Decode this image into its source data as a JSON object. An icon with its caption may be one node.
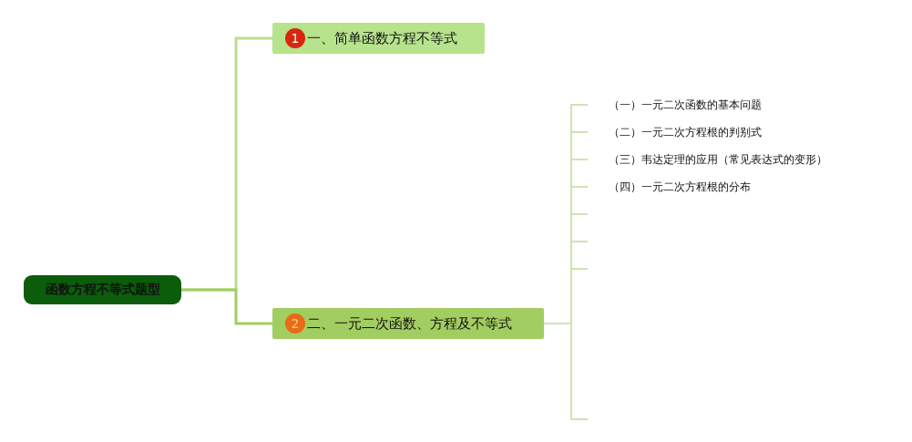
{
  "diagram": {
    "nodes": [
      {
        "text": [
          "函数方程不等式题型"
        ]
      },
      {
        "text": [
          "1",
          "一、简单函数方程不等式"
        ]
      },
      {
        "text": [
          "2",
          "二、一元二次函数、方程及不等式"
        ]
      },
      {
        "text": [
          "（一）一元二次函数的基本问题"
        ]
      },
      {
        "text": [
          "（二）一元二次方程根的判别式"
        ]
      },
      {
        "text": [
          "（三）韦达定理的应用（常见表达式的变形）"
        ]
      },
      {
        "text": [
          "（四）一元二次方程根的分布"
        ]
      }
    ],
    "edges": [
      {
        "from": 0,
        "to": 1,
        "arrow": "none",
        "color": "#b9e08c"
      },
      {
        "from": 0,
        "to": 2,
        "arrow": "none",
        "color": "#a3cd63"
      },
      {
        "from": 2,
        "to": 3,
        "arrow": "none"
      },
      {
        "from": 2,
        "to": 4,
        "arrow": "none"
      },
      {
        "from": 2,
        "to": 5,
        "arrow": "none"
      },
      {
        "from": 2,
        "to": 6,
        "arrow": "none"
      },
      {
        "from": 2,
        "to": null,
        "arrow": "none"
      },
      {
        "from": 2,
        "to": null,
        "arrow": "none"
      },
      {
        "from": 2,
        "to": null,
        "arrow": "none"
      },
      {
        "from": 2,
        "to": null,
        "arrow": "none"
      }
    ]
  }
}
